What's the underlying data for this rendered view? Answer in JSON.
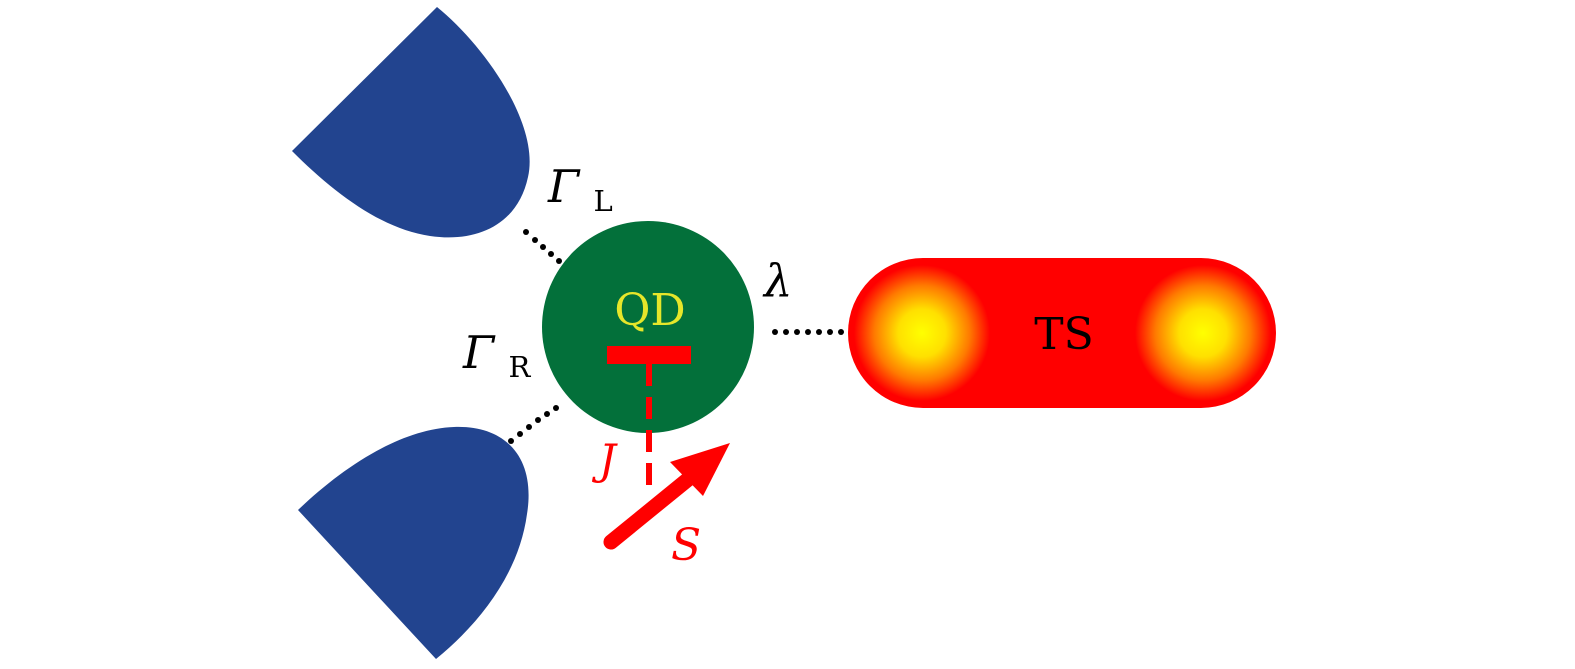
{
  "diagram": {
    "labels": {
      "gamma_left_symbol": "Γ",
      "gamma_left_subscript": "L",
      "gamma_right_symbol": "Γ",
      "gamma_right_subscript": "R",
      "lambda": "λ",
      "quantum_dot": "QD",
      "topological_superconductor": "TS",
      "exchange_coupling": "J",
      "spin": "S"
    },
    "colors": {
      "lead": "#22448f",
      "quantum_dot": "#03703a",
      "quantum_dot_label": "#e6e62a",
      "nanowire": "#ff0000",
      "majorana_glow_center": "#ffff00",
      "spin_and_coupling": "#ff0000",
      "coupling_dots": "#000000",
      "text": "#000000"
    },
    "icons": {
      "left_lead": "lead-shape",
      "right_lead": "lead-shape",
      "spin_vector": "arrow"
    }
  }
}
